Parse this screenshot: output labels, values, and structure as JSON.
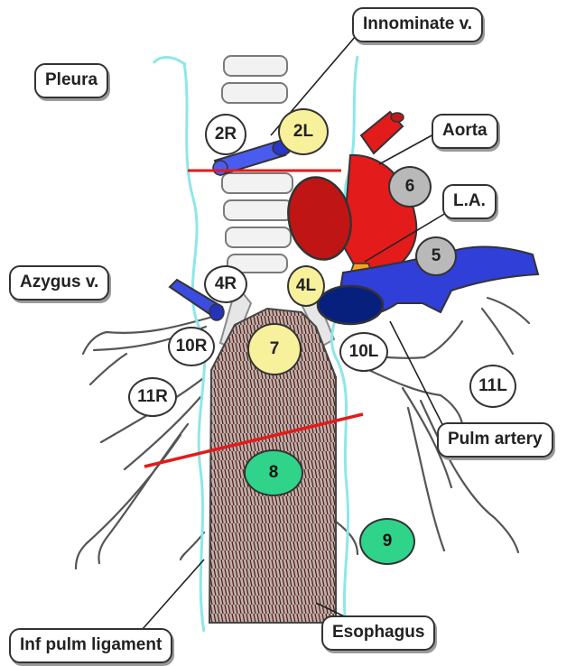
{
  "labels": {
    "innominate": "Innominate v.",
    "pleura": "Pleura",
    "aorta": "Aorta",
    "la": "L.A.",
    "azygus": "Azygus v.",
    "pulm_artery": "Pulm artery",
    "inf_pulm_ligament": "Inf pulm ligament",
    "esophagus": "Esophagus"
  },
  "nodes": {
    "n2R": "2R",
    "n2L": "2L",
    "n4R": "4R",
    "n4L": "4L",
    "n5": "5",
    "n6": "6",
    "n7": "7",
    "n8": "8",
    "n9": "9",
    "n10R": "10R",
    "n10L": "10L",
    "n11R": "11R",
    "n11L": "11L"
  },
  "colors": {
    "aorta": "#e31b1b",
    "pulmonary_artery": "#2f3fd8",
    "pleura_line": "#8fe6ea",
    "station_line": "#e31b1b",
    "node_yellow": "#f8f19c",
    "node_gray": "#b9b9b9",
    "node_green": "#2fd48a"
  }
}
